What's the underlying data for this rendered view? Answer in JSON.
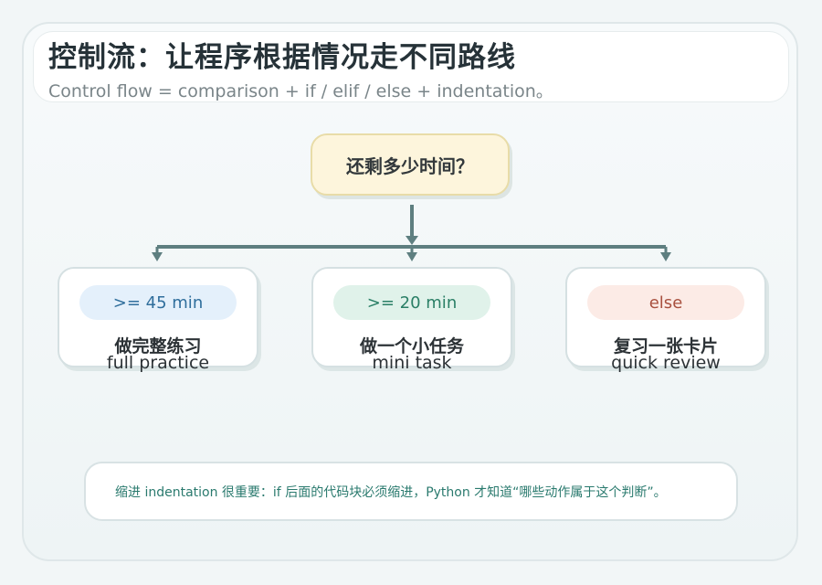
{
  "header": {
    "title": "控制流：让程序根据情况走不同路线",
    "subtitle": "Control flow = comparison + if / elif / else + indentation。"
  },
  "question": "还剩多少时间？",
  "branches": [
    {
      "condition": ">= 45 min",
      "label_zh": "做完整练习",
      "label_en": "full practice",
      "pill_bg": "#e4f0fb",
      "pill_color": "#2f6e9c"
    },
    {
      "condition": ">= 20 min",
      "label_zh": "做一个小任务",
      "label_en": "mini task",
      "pill_bg": "#e0f2ea",
      "pill_color": "#2a7f66"
    },
    {
      "condition": "else",
      "label_zh": "复习一张卡片",
      "label_en": "quick review",
      "pill_bg": "#fcebe6",
      "pill_color": "#a8503f"
    }
  ],
  "note": "缩进 indentation 很重要：if 后面的代码块必须缩进，Python 才知道“哪些动作属于这个判断”。",
  "colors": {
    "connector": "#5e7f80",
    "background": "#f2f6f7"
  }
}
